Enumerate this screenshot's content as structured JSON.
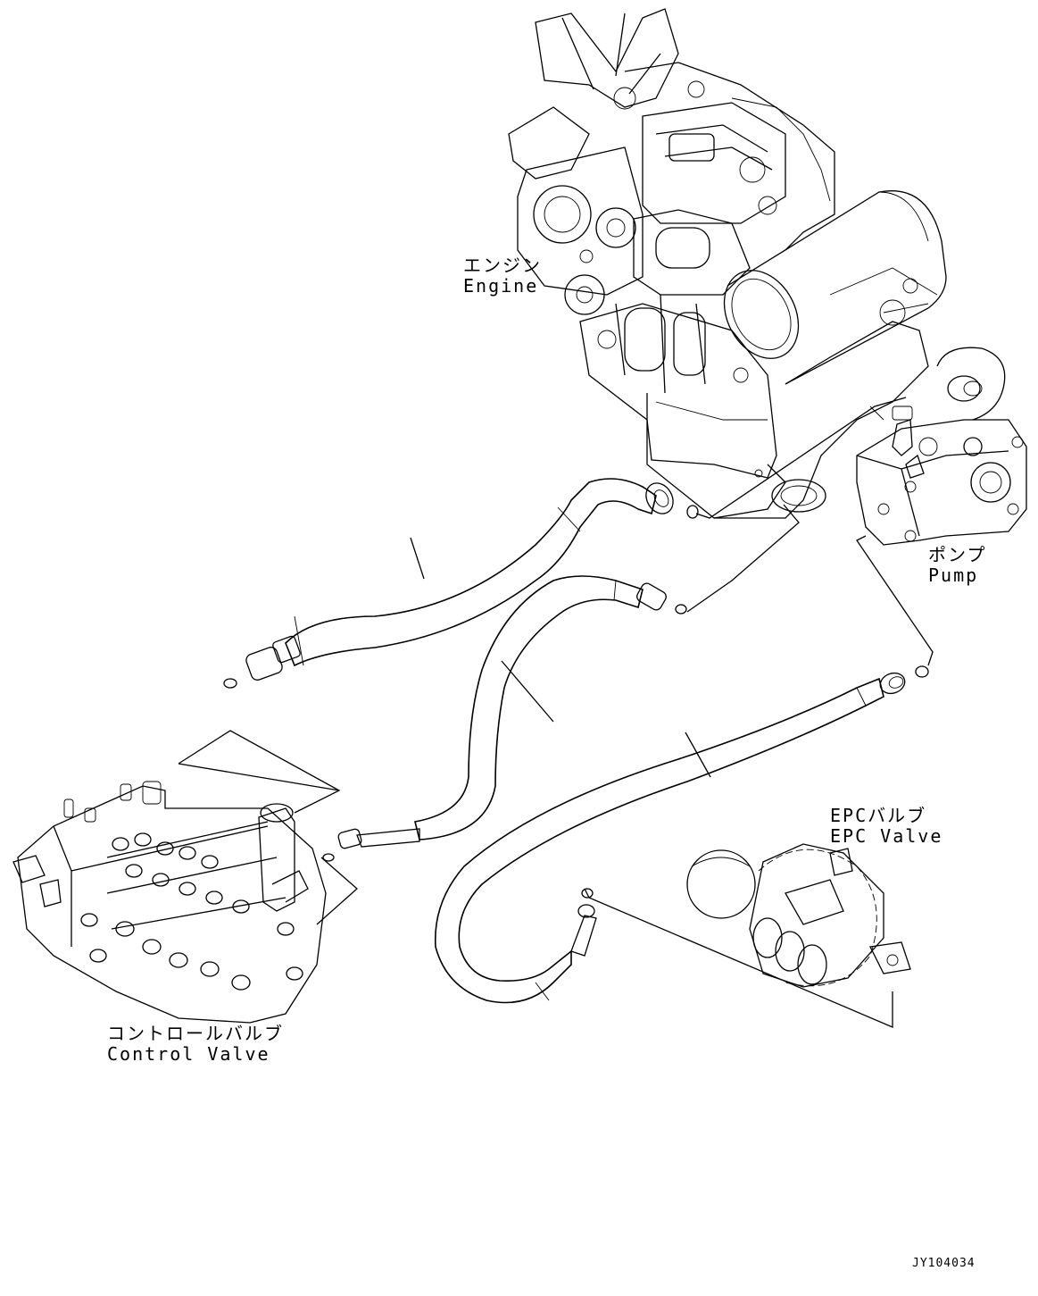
{
  "labels": {
    "engine_jp": "エンジン",
    "engine_en": "Engine",
    "pump_jp": "ポンプ",
    "pump_en": "Pump",
    "epc_jp": "EPCバルブ",
    "epc_en": "EPC Valve",
    "control_jp": "コントロールバルブ",
    "control_en": "Control Valve"
  },
  "drawing_code": "JY104034",
  "icons": [
    "engine-drawing",
    "pump-drawing",
    "control-valve-drawing",
    "epc-valve-drawing",
    "hose-drawing",
    "o-ring-icon"
  ]
}
